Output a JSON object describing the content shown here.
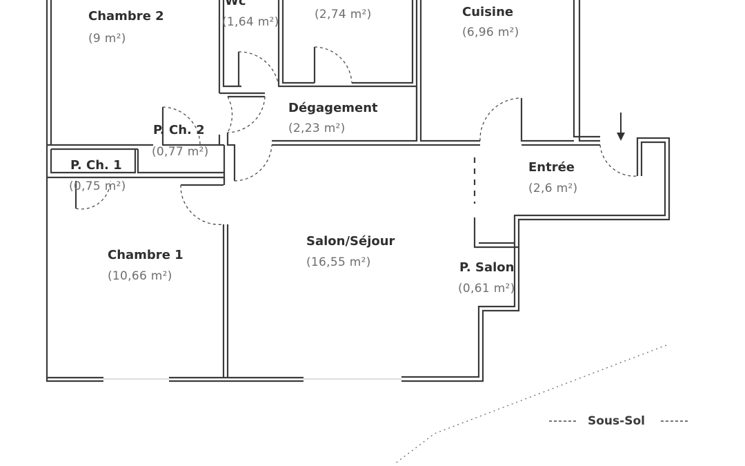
{
  "rooms": {
    "chambre2": {
      "name": "Chambre 2",
      "area": "(9 m²)"
    },
    "wc": {
      "name": "Wc",
      "area": "(1,64 m²)"
    },
    "room3": {
      "area": "(2,74 m²)"
    },
    "cuisine": {
      "name": "Cuisine",
      "area": "(6,96 m²)"
    },
    "degagement": {
      "name": "Dégagement",
      "area": "(2,23 m²)"
    },
    "pch2": {
      "name": "P. Ch. 2",
      "area": "(0,77 m²)"
    },
    "pch1": {
      "name": "P. Ch. 1",
      "area": "(0,75 m²)"
    },
    "entree": {
      "name": "Entrée",
      "area": "(2,6 m²)"
    },
    "chambre1": {
      "name": "Chambre 1",
      "area": "(10,66 m²)"
    },
    "salon": {
      "name": "Salon/Séjour",
      "area": "(16,55 m²)"
    },
    "psalon": {
      "name": "P. Salon",
      "area": "(0,61 m²)"
    }
  },
  "legend": {
    "sous_sol": "Sous-Sol"
  },
  "colors": {
    "wall": "#3a3a3a",
    "label": "#2f2f2f",
    "area": "#6e6e6e"
  }
}
